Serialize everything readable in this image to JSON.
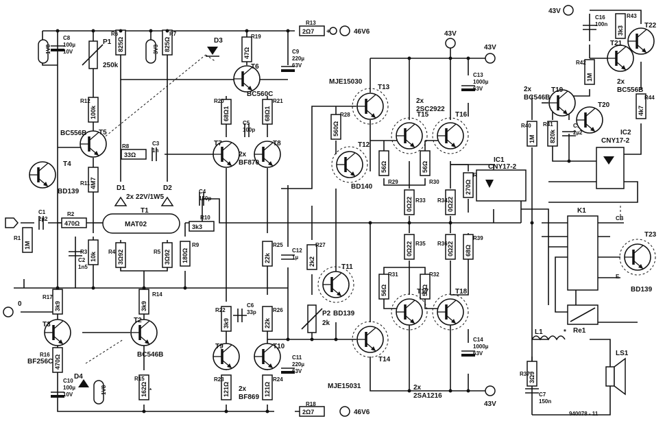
{
  "supplies": {
    "plus_43v": "43V",
    "minus_43v": "43V",
    "plus_46v6": "46V6",
    "minus_46v6": "46V6"
  },
  "resistors": [
    {
      "ref": "R1",
      "value": "1M"
    },
    {
      "ref": "R2",
      "value": "470Ω"
    },
    {
      "ref": "R3",
      "value": "10k"
    },
    {
      "ref": "R4",
      "value": "3Ω92"
    },
    {
      "ref": "R5",
      "value": "3Ω92"
    },
    {
      "ref": "R6",
      "value": "825Ω"
    },
    {
      "ref": "R7",
      "value": "825Ω"
    },
    {
      "ref": "R8",
      "value": "33Ω"
    },
    {
      "ref": "R9",
      "value": "180Ω"
    },
    {
      "ref": "R10",
      "value": "3k3"
    },
    {
      "ref": "R11",
      "value": "4M7"
    },
    {
      "ref": "R12",
      "value": "100k"
    },
    {
      "ref": "R13",
      "value": "2Ω7"
    },
    {
      "ref": "R14",
      "value": "3k9"
    },
    {
      "ref": "R15",
      "value": "162Ω"
    },
    {
      "ref": "R16",
      "value": "470Ω"
    },
    {
      "ref": "R17",
      "value": "3k9"
    },
    {
      "ref": "R18",
      "value": "2Ω7"
    },
    {
      "ref": "R19",
      "value": "47Ω"
    },
    {
      "ref": "R20",
      "value": "68Ω1"
    },
    {
      "ref": "R21",
      "value": "68Ω1"
    },
    {
      "ref": "R22",
      "value": "3k9"
    },
    {
      "ref": "R23",
      "value": "121Ω"
    },
    {
      "ref": "R24",
      "value": "121Ω"
    },
    {
      "ref": "R25",
      "value": "22k"
    },
    {
      "ref": "R26",
      "value": "22k"
    },
    {
      "ref": "R27",
      "value": "2k2"
    },
    {
      "ref": "R28",
      "value": "560Ω"
    },
    {
      "ref": "R29",
      "value": "56Ω"
    },
    {
      "ref": "R30",
      "value": "56Ω"
    },
    {
      "ref": "R31",
      "value": "56Ω"
    },
    {
      "ref": "R32",
      "value": "56Ω"
    },
    {
      "ref": "R33",
      "value": "0Ω22"
    },
    {
      "ref": "R34",
      "value": "0Ω22"
    },
    {
      "ref": "R35",
      "value": "0Ω22"
    },
    {
      "ref": "R36",
      "value": "0Ω22"
    },
    {
      "ref": "R37",
      "value": "3Ω9"
    },
    {
      "ref": "R38",
      "value": "270Ω"
    },
    {
      "ref": "R39",
      "value": "68Ω"
    },
    {
      "ref": "R40",
      "value": "1M"
    },
    {
      "ref": "R41",
      "value": "820k"
    },
    {
      "ref": "R42",
      "value": "1M"
    },
    {
      "ref": "R43",
      "value": "3k3"
    },
    {
      "ref": "R44",
      "value": "4k7"
    }
  ],
  "capacitors": [
    {
      "ref": "C1",
      "value": "2µ2"
    },
    {
      "ref": "C2",
      "value": "1n5"
    },
    {
      "ref": "C3",
      "value": "1n"
    },
    {
      "ref": "C4",
      "value": "150p"
    },
    {
      "ref": "C5",
      "value": "100p"
    },
    {
      "ref": "C6",
      "value": "33p"
    },
    {
      "ref": "C7",
      "value": "150n"
    },
    {
      "ref": "C8",
      "value": "100µ",
      "rating": "10V"
    },
    {
      "ref": "C9",
      "value": "220µ",
      "rating": "63V"
    },
    {
      "ref": "C10",
      "value": "100µ",
      "rating": "10V"
    },
    {
      "ref": "C11",
      "value": "220µ",
      "rating": "63V"
    },
    {
      "ref": "C12",
      "value": "1µ"
    },
    {
      "ref": "C13",
      "value": "1000µ",
      "rating": "63V"
    },
    {
      "ref": "C14",
      "value": "1000µ",
      "rating": "63V"
    },
    {
      "ref": "C15",
      "value": "2µ2"
    },
    {
      "ref": "C16",
      "value": "100n"
    }
  ],
  "transistors": [
    {
      "ref": "T1",
      "type": "MAT02"
    },
    {
      "ref": "T2",
      "type": "BC546B"
    },
    {
      "ref": "T3",
      "type": "BF256C"
    },
    {
      "ref": "T4",
      "type": "BD139"
    },
    {
      "ref": "T5",
      "type": "BC556B"
    },
    {
      "ref": "T6",
      "type": "BC560C"
    },
    {
      "ref": "T7"
    },
    {
      "ref": "T8"
    },
    {
      "ref": "T9"
    },
    {
      "ref": "T10"
    },
    {
      "ref": "T11",
      "type": "BD139"
    },
    {
      "ref": "T12",
      "type": "BD140"
    },
    {
      "ref": "T13",
      "type": "MJE15030"
    },
    {
      "ref": "T14",
      "type": "MJE15031"
    },
    {
      "ref": "T15"
    },
    {
      "ref": "T16"
    },
    {
      "ref": "T17"
    },
    {
      "ref": "T18"
    },
    {
      "ref": "T19"
    },
    {
      "ref": "T20"
    },
    {
      "ref": "T21"
    },
    {
      "ref": "T22"
    },
    {
      "ref": "T23",
      "type": "BD139"
    }
  ],
  "group_labels": {
    "t7_t8": "2x\nBF870",
    "t9_t10": "2x\nBF869",
    "t15_t16": "2x\n2SC2922",
    "t17_t18": "2x\n2SA1216",
    "t19_t20": "2x\nBC546B",
    "t21_t22": "2x\nBC556B",
    "zeners": "2x 22V/1W5"
  },
  "misc": {
    "d1": "D1",
    "d2": "D2",
    "d3": "D3",
    "d4": "D4",
    "p1": "P1",
    "p1_value": "250k",
    "p2": "P2",
    "p2_value": "2k",
    "ic1": "IC1",
    "ic1_type": "CNY17-2",
    "ic2": "IC2",
    "ic2_type": "CNY17-2",
    "k1": "K1",
    "re1": "Re1",
    "l1": "L1",
    "ls1": "LS1",
    "led_1v8": "1V8",
    "led_3v3": "3V3",
    "zero": "0",
    "cb": "CB",
    "e": "E",
    "star": "*",
    "figure_code": "940078 - 11"
  }
}
